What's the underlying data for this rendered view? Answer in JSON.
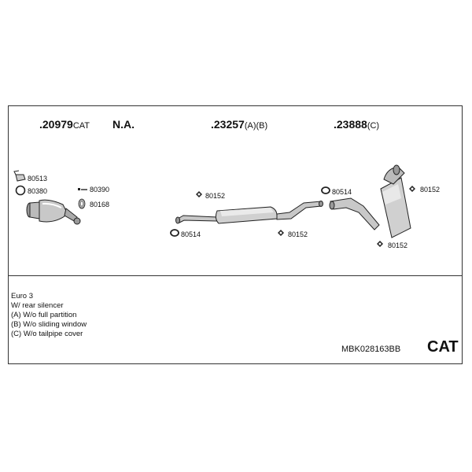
{
  "headers": [
    {
      "number": ".20979",
      "suffix": "CAT"
    },
    {
      "number": "N.A.",
      "suffix": ""
    },
    {
      "number": ".23257",
      "suffix": "(A)(B)"
    },
    {
      "number": ".23888",
      "suffix": "(C)"
    }
  ],
  "part_labels": {
    "clamp_80513": "80513",
    "ring_80380": "80380",
    "bolt_80390": "80390",
    "gasket_80168": "80168",
    "hanger_80152_a": "80152",
    "clamp_80514_a": "80514",
    "hanger_80152_b": "80152",
    "clamp_80514_b": "80514",
    "hanger_80152_c": "80152",
    "hanger_80152_d": "80152"
  },
  "notes": [
    "Euro 3",
    "W/ rear silencer",
    "(A) W/o full partition",
    "(B) W/o sliding window",
    "(C) W/o tailpipe cover"
  ],
  "kit_code": "MBK028163BB",
  "cat_label": "CAT"
}
